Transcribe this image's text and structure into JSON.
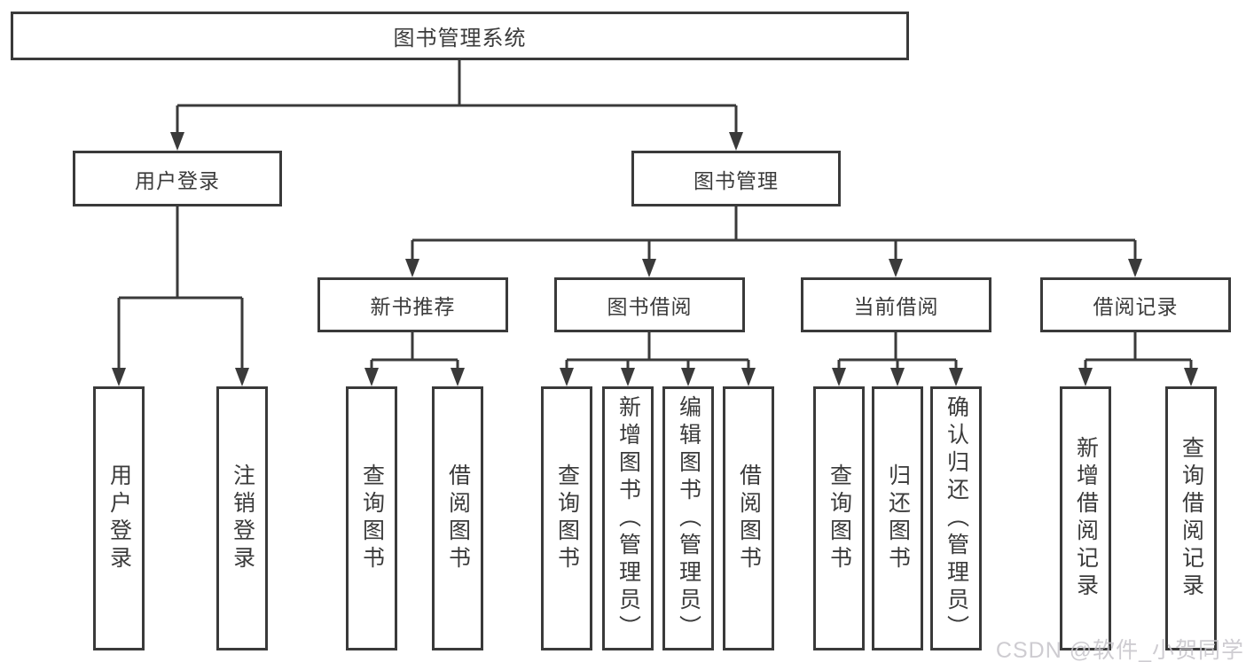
{
  "tree": {
    "root": "图书管理系统",
    "level2": [
      {
        "id": "user-login",
        "label": "用户登录"
      },
      {
        "id": "book-mgmt",
        "label": "图书管理"
      }
    ],
    "level3": [
      {
        "id": "new-books",
        "label": "新书推荐"
      },
      {
        "id": "book-borrow",
        "label": "图书借阅"
      },
      {
        "id": "current-borrow",
        "label": "当前借阅"
      },
      {
        "id": "borrow-records",
        "label": "借阅记录"
      }
    ],
    "leaves": [
      {
        "parent": "user-login",
        "label": "用户登录"
      },
      {
        "parent": "user-login",
        "label": "注销登录"
      },
      {
        "parent": "new-books",
        "label": "查询图书"
      },
      {
        "parent": "new-books",
        "label": "借阅图书"
      },
      {
        "parent": "book-borrow",
        "label": "查询图书"
      },
      {
        "parent": "book-borrow",
        "label": "新增图书（管理员）"
      },
      {
        "parent": "book-borrow",
        "label": "编辑图书（管理员）"
      },
      {
        "parent": "book-borrow",
        "label": "借阅图书"
      },
      {
        "parent": "current-borrow",
        "label": "查询图书"
      },
      {
        "parent": "current-borrow",
        "label": "归还图书"
      },
      {
        "parent": "current-borrow",
        "label": "确认归还（管理员）"
      },
      {
        "parent": "borrow-records",
        "label": "新增借阅记录"
      },
      {
        "parent": "borrow-records",
        "label": "查询借阅记录"
      }
    ]
  },
  "watermark": "CSDN @软件_小贺同学",
  "colors": {
    "line": "#3a3a3a",
    "text": "#3b3b3b",
    "watermark": "#c6c4ca",
    "background": "#ffffff"
  }
}
